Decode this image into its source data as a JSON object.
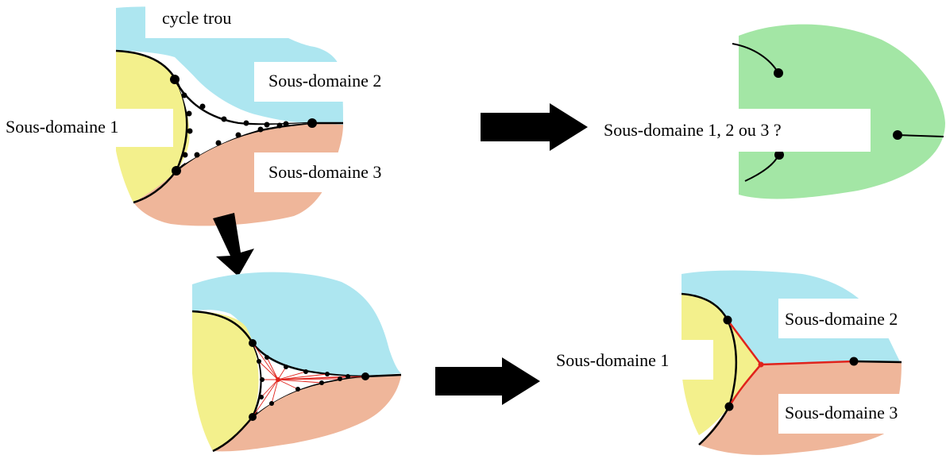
{
  "colors": {
    "sub1": "#f3f08c",
    "sub2": "#ade6f0",
    "sub3": "#efb69a",
    "unknown": "#a3e6a5",
    "cut_edge": "#e0231c",
    "arrow": "#000000",
    "label_box": "#ffffff"
  },
  "top_left": {
    "hole_cycle_label": "cycle trou",
    "sub1_label": "Sous-domaine 1",
    "sub2_label": "Sous-domaine 2",
    "sub3_label": "Sous-domaine 3"
  },
  "top_right": {
    "question_label": "Sous-domaine 1, 2 ou 3 ?"
  },
  "bottom_right": {
    "sub1_label": "Sous-domaine 1",
    "sub2_label": "Sous-domaine 2",
    "sub3_label": "Sous-domaine 3"
  }
}
